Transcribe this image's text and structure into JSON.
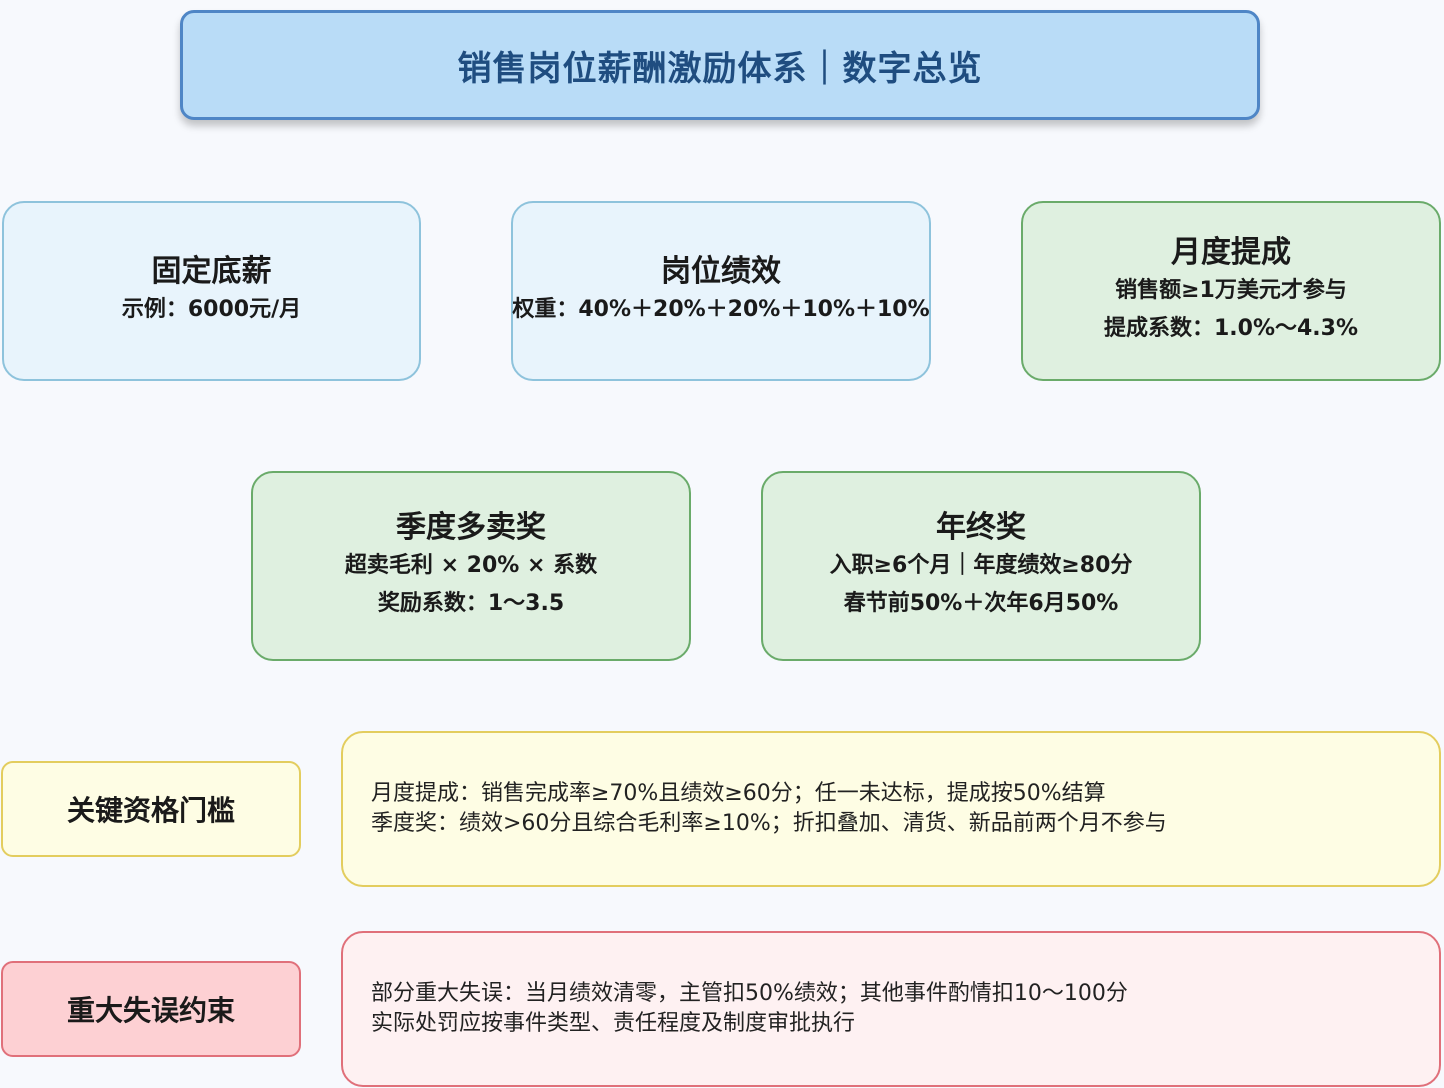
{
  "title": "销售岗位薪酬激励体系｜数字总览",
  "fixed_salary": {
    "title": "固定底薪",
    "line1": "示例：6000元/月"
  },
  "position_performance": {
    "title": "岗位绩效",
    "line1": "权重：40%＋20%＋20%＋10%＋10%"
  },
  "monthly_commission": {
    "title": "月度提成",
    "line1": "销售额≥1万美元才参与",
    "line2": "提成系数：1.0%～4.3%"
  },
  "quarterly_bonus": {
    "title": "季度多卖奖",
    "line1": "超卖毛利 × 20% × 系数",
    "line2": "奖励系数：1～3.5"
  },
  "annual_bonus": {
    "title": "年终奖",
    "line1": "入职≥6个月｜年度绩效≥80分",
    "line2": "春节前50%＋次年6月50%"
  },
  "qualification": {
    "label": "关键资格门槛",
    "line1": "月度提成：销售完成率≥70%且绩效≥60分；任一未达标，提成按50%结算",
    "line2": "季度奖：绩效>60分且综合毛利率≥10%；折扣叠加、清货、新品前两个月不参与"
  },
  "major_error": {
    "label": "重大失误约束",
    "line1": "部分重大失误：当月绩效清零，主管扣50%绩效；其他事件酌情扣10～100分",
    "line2": "实际处罚应按事件类型、责任程度及制度审批执行"
  }
}
